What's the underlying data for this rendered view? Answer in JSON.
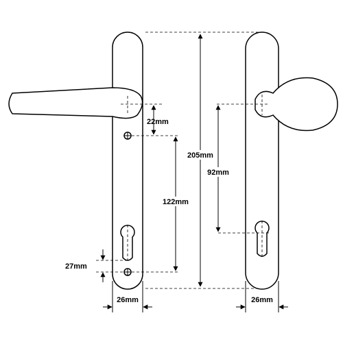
{
  "diagram": {
    "dimensions": {
      "lever_to_screw": "22mm",
      "screw_to_lower_screw": "122mm",
      "plate_length": "205mm",
      "knob_to_cylinder": "92mm",
      "cylinder_to_screw": "27mm",
      "left_plate_width": "26mm",
      "right_plate_width": "26mm"
    }
  }
}
